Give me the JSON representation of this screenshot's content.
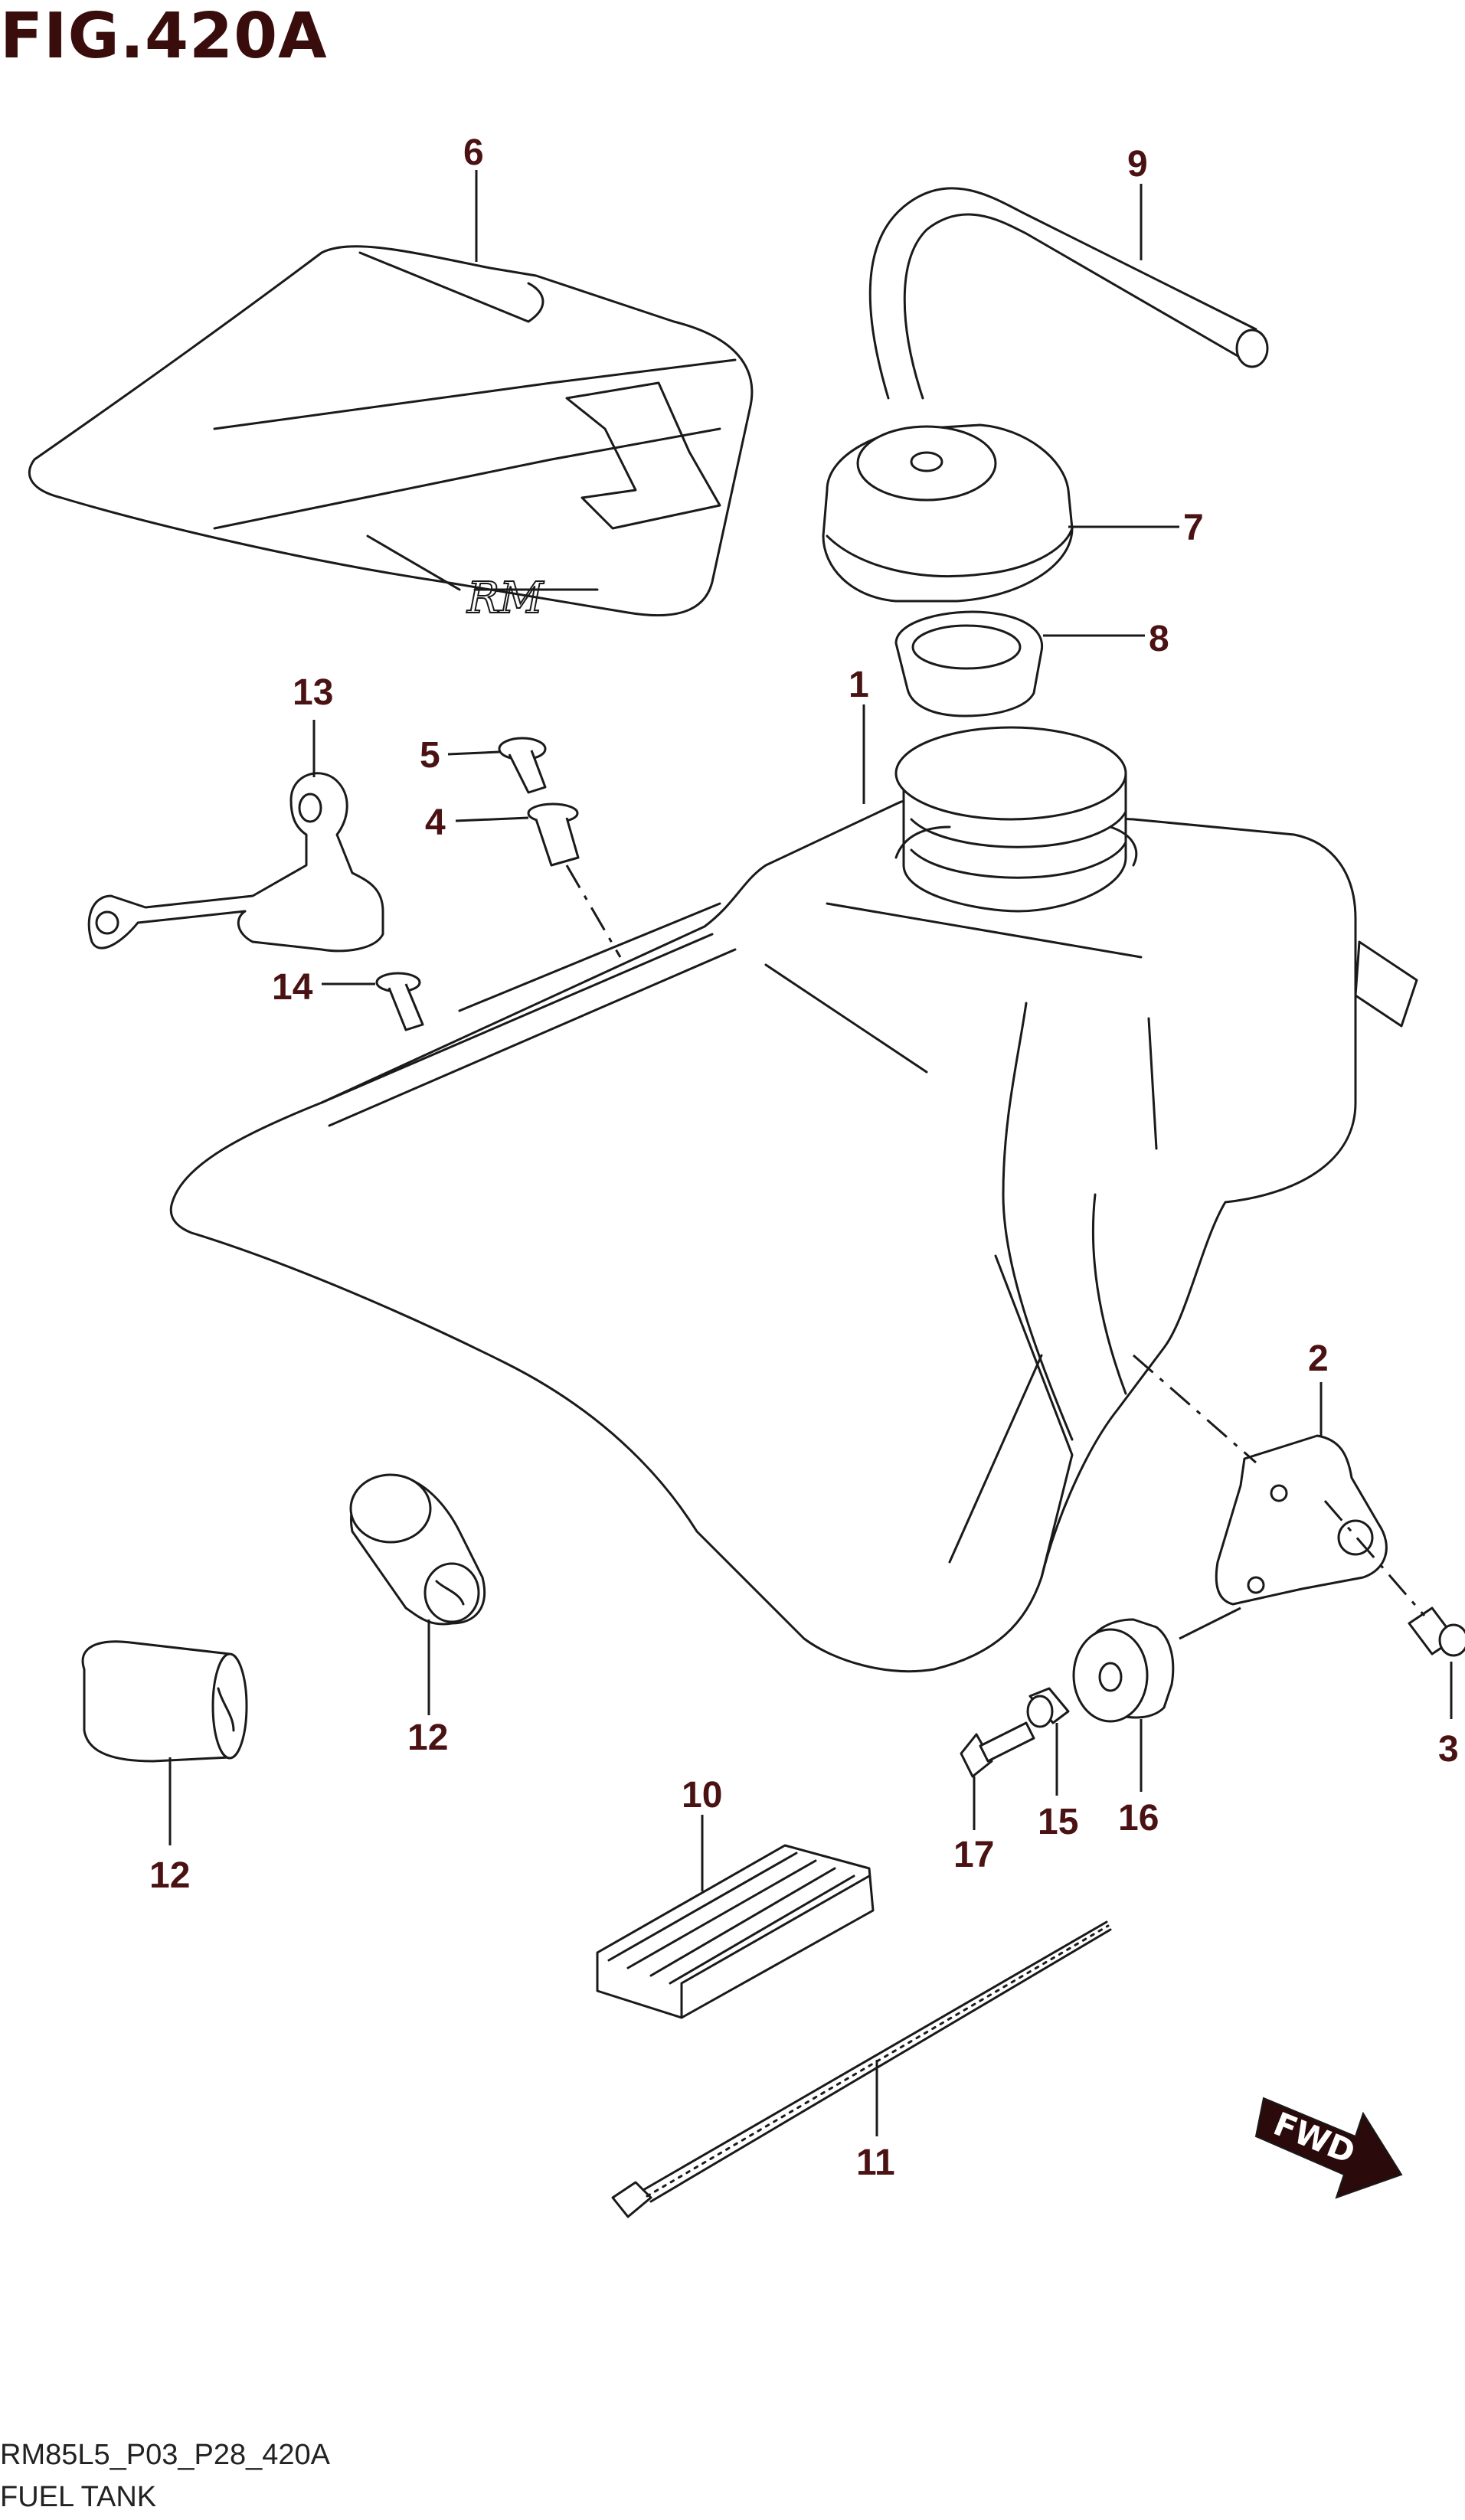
{
  "figure": {
    "title": "FIG.420A",
    "reference_code": "RM85L5_P03_P28_420A",
    "caption": "FUEL TANK"
  },
  "fwd_marker": "FWD",
  "callouts": [
    "1",
    "2",
    "3",
    "4",
    "5",
    "6",
    "7",
    "8",
    "9",
    "10",
    "11",
    "12",
    "12",
    "13",
    "14",
    "15",
    "16",
    "17"
  ],
  "colors": {
    "label": "#4a1212",
    "title": "#3a0d0d",
    "line": "#1a1a1a"
  }
}
